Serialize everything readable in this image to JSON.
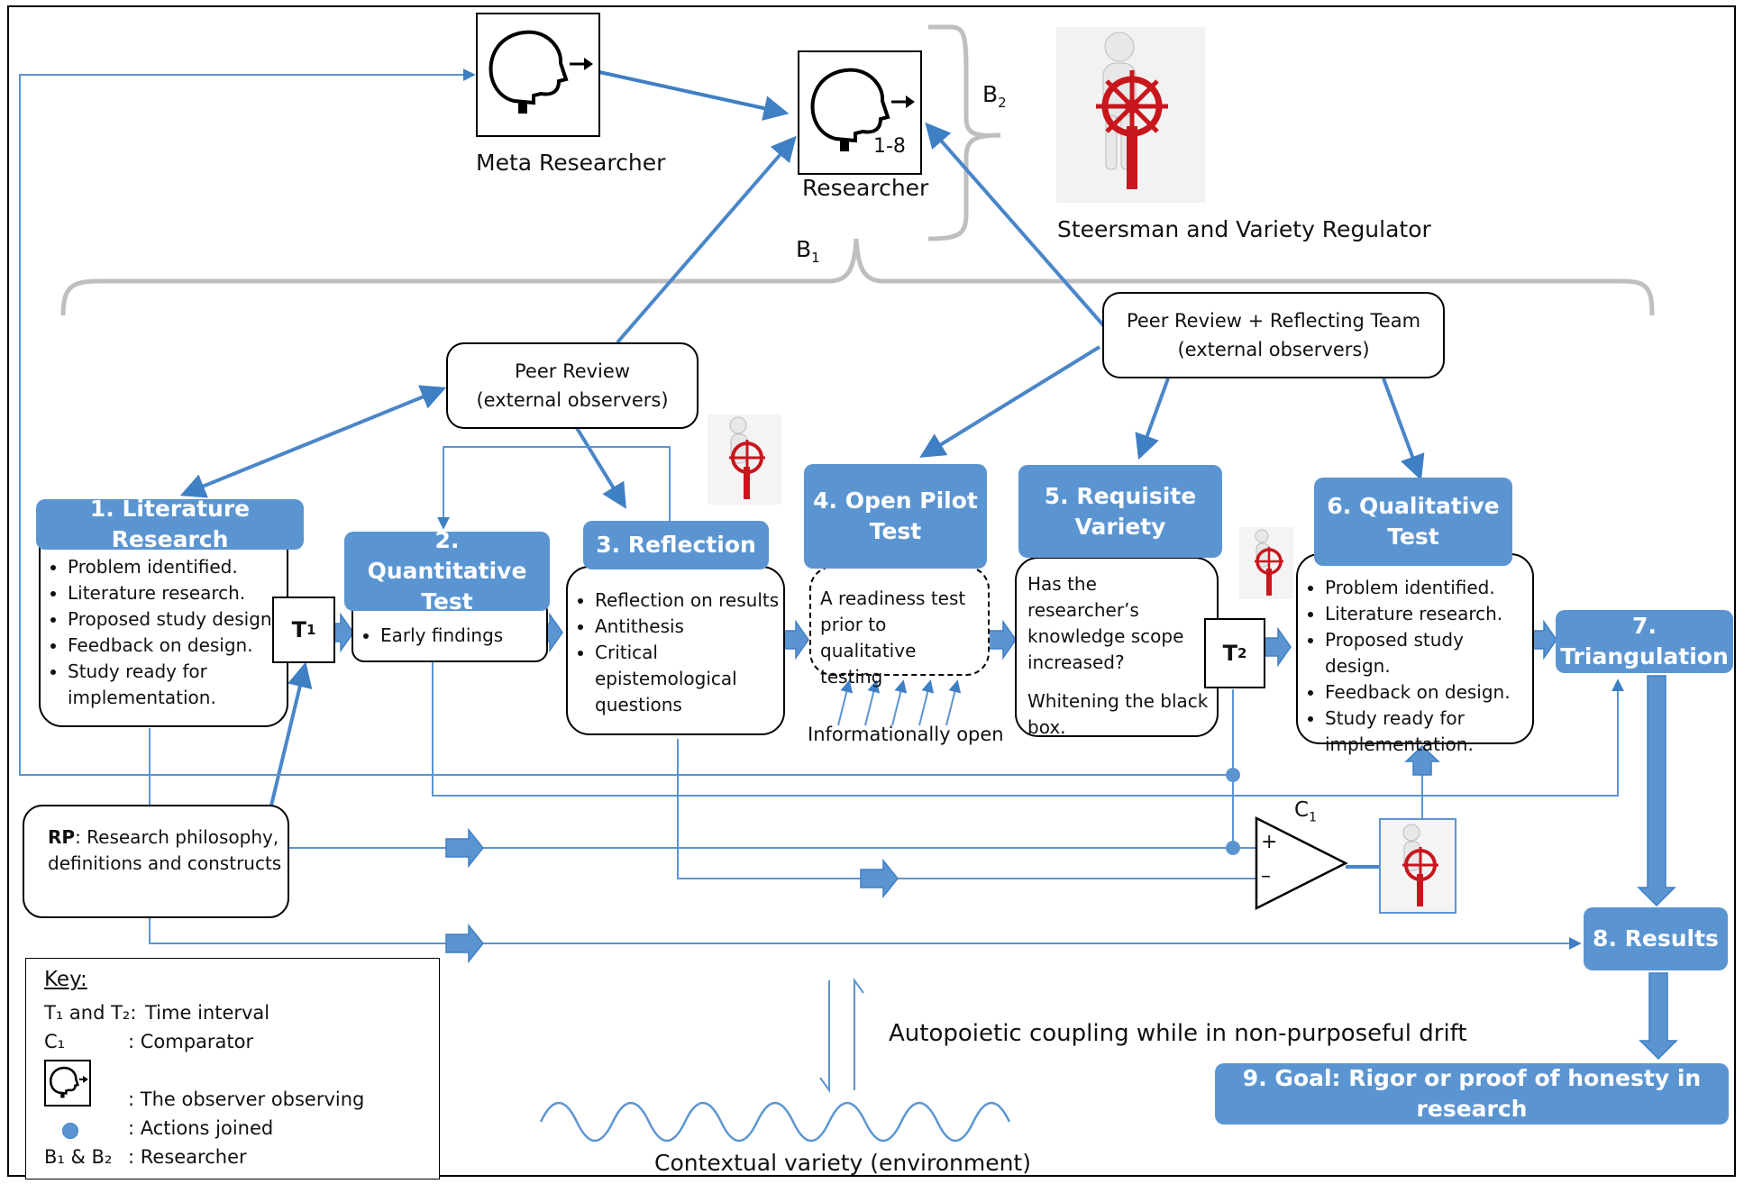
{
  "meta_researcher": {
    "label": "Meta Researcher"
  },
  "researcher": {
    "label": "Researcher",
    "range": "1-8"
  },
  "steersman": {
    "label": "Steersman and Variety Regulator"
  },
  "brackets": {
    "b1": "B",
    "b1_sub": "1",
    "b2": "B",
    "b2_sub": "2"
  },
  "peer_review_left": {
    "line1": "Peer Review",
    "line2": "(external observers)"
  },
  "peer_review_right": {
    "line1": "Peer Review + Reflecting Team",
    "line2": "(external observers)"
  },
  "stages": [
    {
      "title": "1. Literature Research",
      "items": [
        "Problem identified.",
        "Literature research.",
        "Proposed study design.",
        "Feedback on design.",
        "Study ready for implementation."
      ]
    },
    {
      "title_l1": "2. Quantitative",
      "title_l2": "Test",
      "items": [
        "Early findings"
      ]
    },
    {
      "title": "3. Reflection",
      "items": [
        "Reflection on results",
        "Antithesis",
        "Critical epistemological questions"
      ]
    },
    {
      "title_l1": "4. Open Pilot",
      "title_l2": "Test",
      "text": "A readiness test prior to qualitative testing",
      "note": "Informationally open"
    },
    {
      "title_l1": "5. Requisite",
      "title_l2": "Variety",
      "text1": "Has the researcher’s knowledge scope increased?",
      "text2": "Whitening the black box."
    },
    {
      "title_l1": "6. Qualitative",
      "title_l2": "Test",
      "items": [
        "Problem identified.",
        "Literature research.",
        "Proposed study design.",
        "Feedback on design.",
        "Study ready for implementation."
      ]
    },
    {
      "title": "7. Triangulation"
    },
    {
      "title": "8. Results"
    },
    {
      "title": "9. Goal: Rigor or proof of honesty in research"
    }
  ],
  "timers": {
    "t1": "T",
    "t1_sub": "1",
    "t2": "T",
    "t2_sub": "2"
  },
  "rp": {
    "bold": "RP",
    "text": ": Research philosophy, definitions and constructs"
  },
  "comparator": {
    "label": "C",
    "label_sub": "1",
    "plus": "+",
    "minus": "–"
  },
  "autopoietic": "Autopoietic coupling while in non-purposeful drift",
  "contextual": "Contextual variety (environment)",
  "key": {
    "title": "Key:",
    "rows": [
      {
        "sym": "T₁ and T₂:",
        "desc": "Time interval"
      },
      {
        "sym": "C₁",
        "desc": ":  Comparator"
      },
      {
        "sym": "",
        "desc": ": The observer observing"
      },
      {
        "sym": "",
        "desc": ": Actions joined"
      },
      {
        "sym": "B₁ & B₂",
        "desc": ": Researcher"
      }
    ]
  },
  "colors": {
    "accent": "#5b95d1",
    "line": "#4a86c8",
    "helm": "#c8161d",
    "bracket": "#bfbfbf"
  }
}
